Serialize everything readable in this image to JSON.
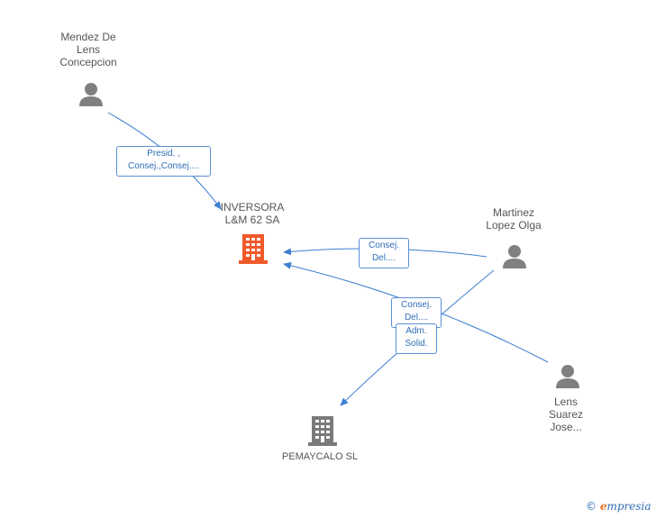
{
  "colors": {
    "edge": "#3d7fd1",
    "edge_label_border": "#5a8fd6",
    "edge_label_text": "#2f6db5",
    "person_icon": "#808080",
    "company_main_icon": "#f05a2a",
    "company_icon": "#7a7a7a",
    "node_text": "#555555"
  },
  "nodes": {
    "mendez": {
      "icon": "person-icon",
      "lines": [
        "Mendez De",
        "Lens",
        "Concepcion"
      ]
    },
    "inversora": {
      "icon": "building-icon",
      "lines": [
        "INVERSORA",
        "L&M 62 SA"
      ]
    },
    "martinez": {
      "icon": "person-icon",
      "lines": [
        "Martinez",
        "Lopez Olga"
      ]
    },
    "lens": {
      "icon": "person-icon",
      "lines": [
        "Lens",
        "Suarez",
        "Jose..."
      ]
    },
    "pemaycalo": {
      "icon": "building-icon",
      "lines": [
        "PEMAYCALO SL"
      ]
    }
  },
  "edges": [
    {
      "id": "mendez-inversora",
      "lines": [
        "Presid. ,",
        "Consej.,Consej...."
      ]
    },
    {
      "id": "martinez-inversora",
      "lines": [
        "Consej.",
        "Del...."
      ]
    },
    {
      "id": "lens-inversora",
      "lines": [
        "Consej.",
        "Del...."
      ]
    },
    {
      "id": "martinez-pemaycalo",
      "lines": [
        "Adm.",
        "Solid."
      ]
    }
  ],
  "brand": {
    "copyright": "©",
    "initial": "e",
    "rest": "mpresia"
  }
}
